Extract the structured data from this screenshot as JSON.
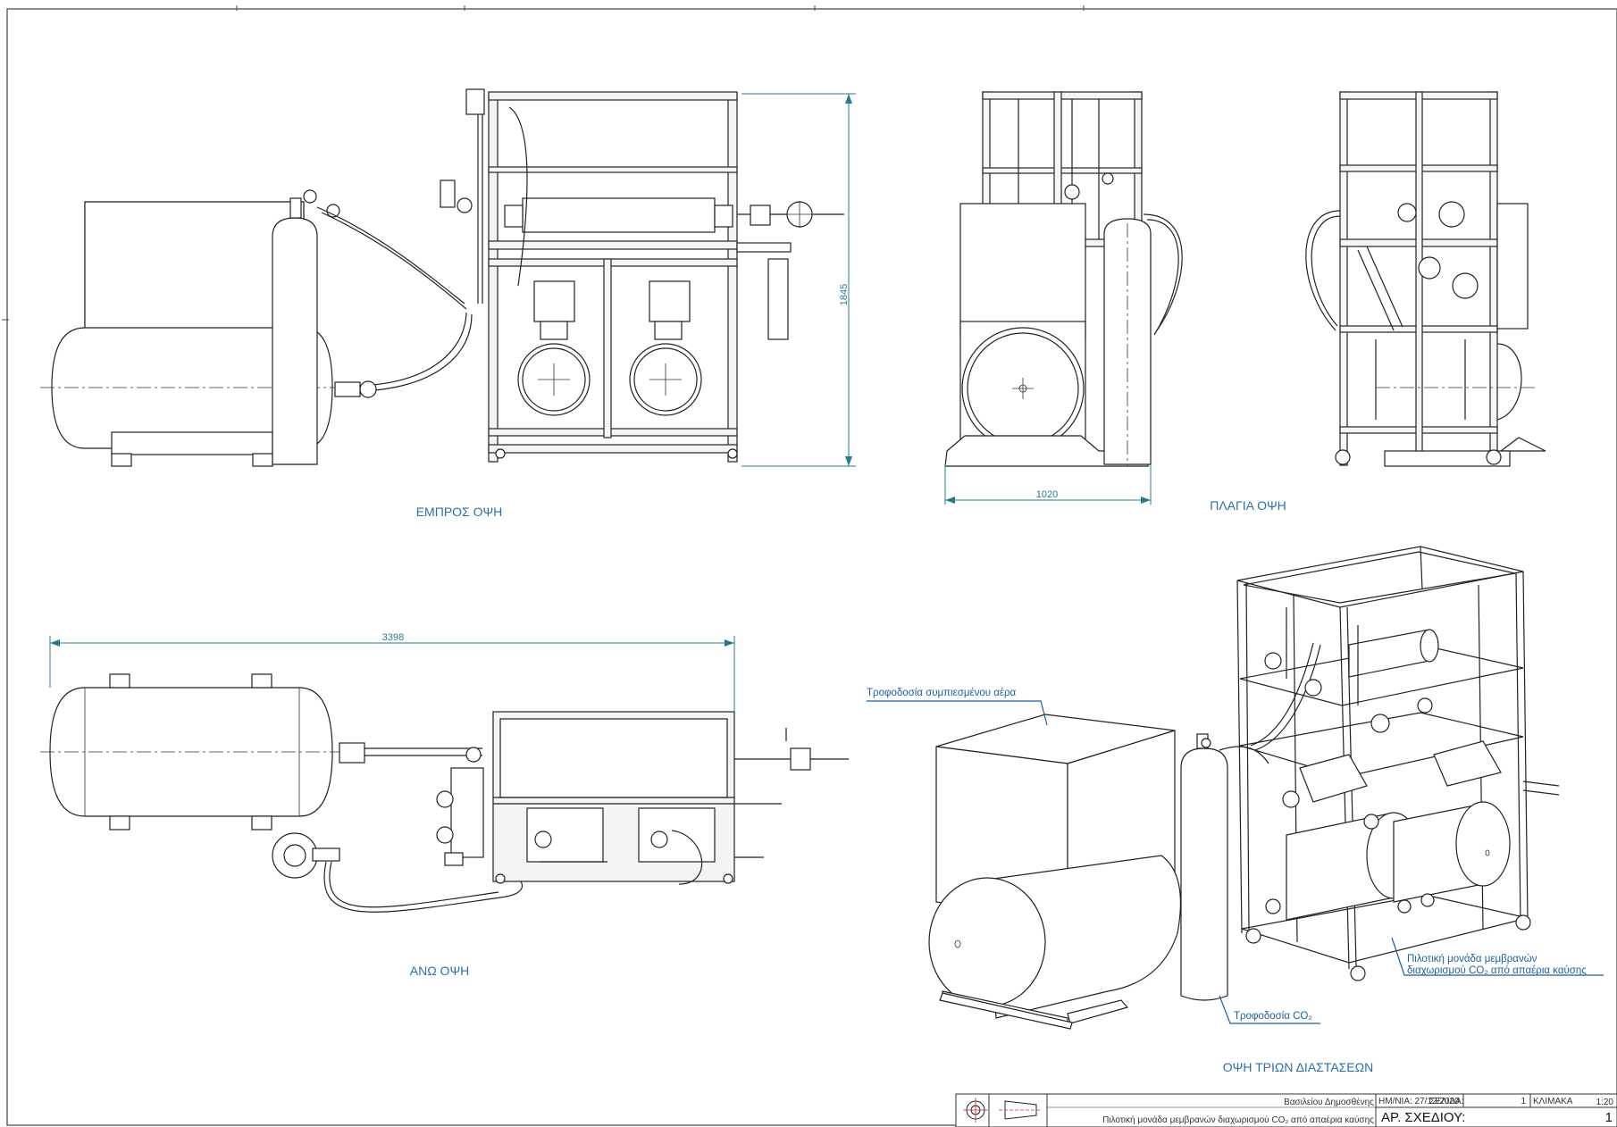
{
  "views": {
    "front": "ΕΜΠΡΟΣ ΟΨΗ",
    "side": "ΠΛΑΓΙΑ ΟΨΗ",
    "top": "ΑΝΩ ΟΨΗ",
    "iso": "ΟΨΗ ΤΡΙΩΝ ΔΙΑΣΤΑΣΕΩΝ"
  },
  "dimensions": {
    "height": "1845",
    "width": "1020",
    "length": "3398"
  },
  "annotations": {
    "air": "Τροφοδοσία συμπιεσμένου αέρα",
    "unit_line1": "Πιλοτική μονάδα μεμβρανών",
    "unit_line2": "διαχωρισμού CO₂ από απαέρια καύσης",
    "co2": "Τροφοδοσία CO₂"
  },
  "title_block": {
    "author": "Βασιλείου Δημοσθένης",
    "date": "ΗΜ/ΝΙΑ: 27/12/2020",
    "sheet_label": "ΣΕΛΙΔΑ:",
    "sheet_no": "1",
    "scale_label": "ΚΛΙΜΑΚΑ",
    "scale": "1:20",
    "title": "Πιλοτική μονάδα μεμβρανών διαχωρισμού CO₂ από απαέρια καύσης",
    "drawing_no_label": "ΑΡ. ΣΧΕΔΙΟΥ:",
    "drawing_no": "1"
  },
  "colors": {
    "annotation": "#2a6fb0",
    "dimension": "#2a7a8a",
    "linework": "#222222"
  }
}
